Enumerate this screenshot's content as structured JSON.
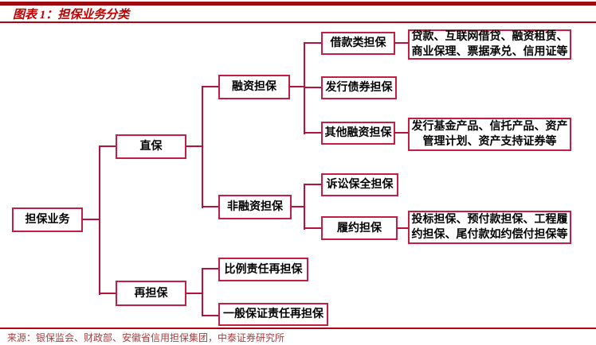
{
  "header": {
    "title": "图表 1：担保业务分类"
  },
  "footer": {
    "source": "来源：银保监会、财政部、安徽省信用担保集团，中泰证券研究所"
  },
  "colors": {
    "top_rule": "#9e0b0f",
    "title_text": "#c00000",
    "thin_rule": "#b00014",
    "node_border": "#c41e44",
    "connector": "#b5123e",
    "node_text": "#000000",
    "source_text": "#a63d3f",
    "background": "#ffffff"
  },
  "nodes": {
    "root": {
      "label": "担保业务"
    },
    "zhibao": {
      "label": "直保"
    },
    "zaidanbao": {
      "label": "再担保"
    },
    "rongzi": {
      "label": "融资担保"
    },
    "feirongzi": {
      "label": "非融资担保"
    },
    "bili": {
      "label": "比例责任再担保"
    },
    "yiban": {
      "label": "一般保证责任再担保"
    },
    "jiekuan": {
      "label": "借款类担保"
    },
    "faxing": {
      "label": "发行债券担保"
    },
    "qita": {
      "label": "其他融资担保"
    },
    "susong": {
      "label": "诉讼保全担保"
    },
    "lvyue": {
      "label": "履约担保"
    },
    "leaf_loan": {
      "label": "贷款、互联网借贷、融资租赁、商业保理、票据承兑、信用证等"
    },
    "leaf_other": {
      "label": "发行基金产品、信托产品、资产管理计划、资产支持证券等"
    },
    "leaf_perf": {
      "label": "投标担保、预付款担保、工程履约担保、尾付款如约偿付担保等"
    }
  },
  "hierarchy": {
    "担保业务": {
      "直保": {
        "融资担保": {
          "借款类担保": "贷款、互联网借贷、融资租赁、商业保理、票据承兑、信用证等",
          "发行债券担保": null,
          "其他融资担保": "发行基金产品、信托产品、资产管理计划、资产支持证券等"
        },
        "非融资担保": {
          "诉讼保全担保": null,
          "履约担保": "投标担保、预付款担保、工程履约担保、尾付款如约偿付担保等"
        }
      },
      "再担保": {
        "比例责任再担保": null,
        "一般保证责任再担保": null
      }
    }
  }
}
